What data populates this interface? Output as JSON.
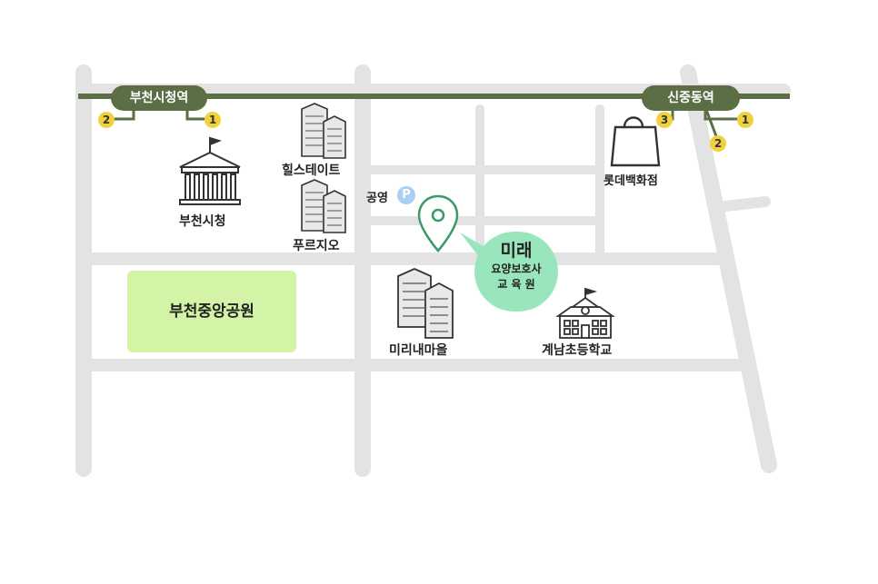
{
  "map": {
    "subway_line_color": "#5b6e46",
    "road_color": "#e3e3e3",
    "stations": [
      {
        "name": "부천시청역",
        "exits": [
          "2",
          "1"
        ]
      },
      {
        "name": "신중동역",
        "exits": [
          "3",
          "1",
          "2"
        ]
      }
    ],
    "landmarks": {
      "city_hall": "부천시청",
      "hills_state": "힐스테이트",
      "prugio": "푸르지오",
      "lotte": "롯데백화점",
      "parking_label": "공영",
      "parking_symbol": "P",
      "park": "부천중앙공원",
      "mirinae": "미리내마을",
      "school": "계남초등학교"
    },
    "destination": {
      "name": "미래",
      "line1": "요양보호사",
      "line2": "교 육 원",
      "color": "#9ae6bc"
    }
  }
}
